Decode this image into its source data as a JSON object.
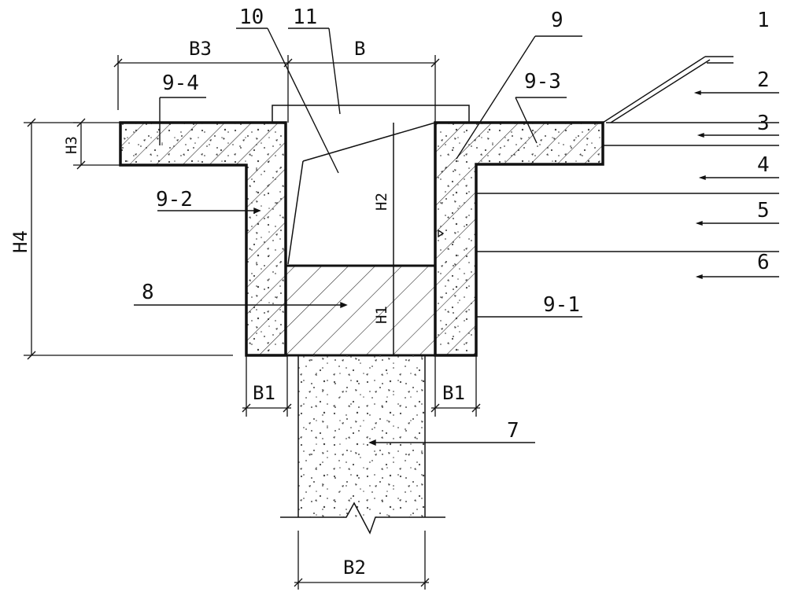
{
  "diagram": {
    "colors": {
      "line": "#111111",
      "hatch": "#333333",
      "background": "#ffffff"
    },
    "part_labels": {
      "l1": "1",
      "l2": "2",
      "l3": "3",
      "l4": "4",
      "l5": "5",
      "l6": "6",
      "l7": "7",
      "l8": "8",
      "l9": "9",
      "l10": "10",
      "l11": "11",
      "l9_1": "9-1",
      "l9_2": "9-2",
      "l9_3": "9-3",
      "l9_4": "9-4"
    },
    "dimensions": {
      "B": "B",
      "B1_left": "B1",
      "B1_right": "B1",
      "B2": "B2",
      "B3": "B3",
      "H1": "H1",
      "H2": "H2",
      "H3": "H3",
      "H4": "H4"
    }
  }
}
